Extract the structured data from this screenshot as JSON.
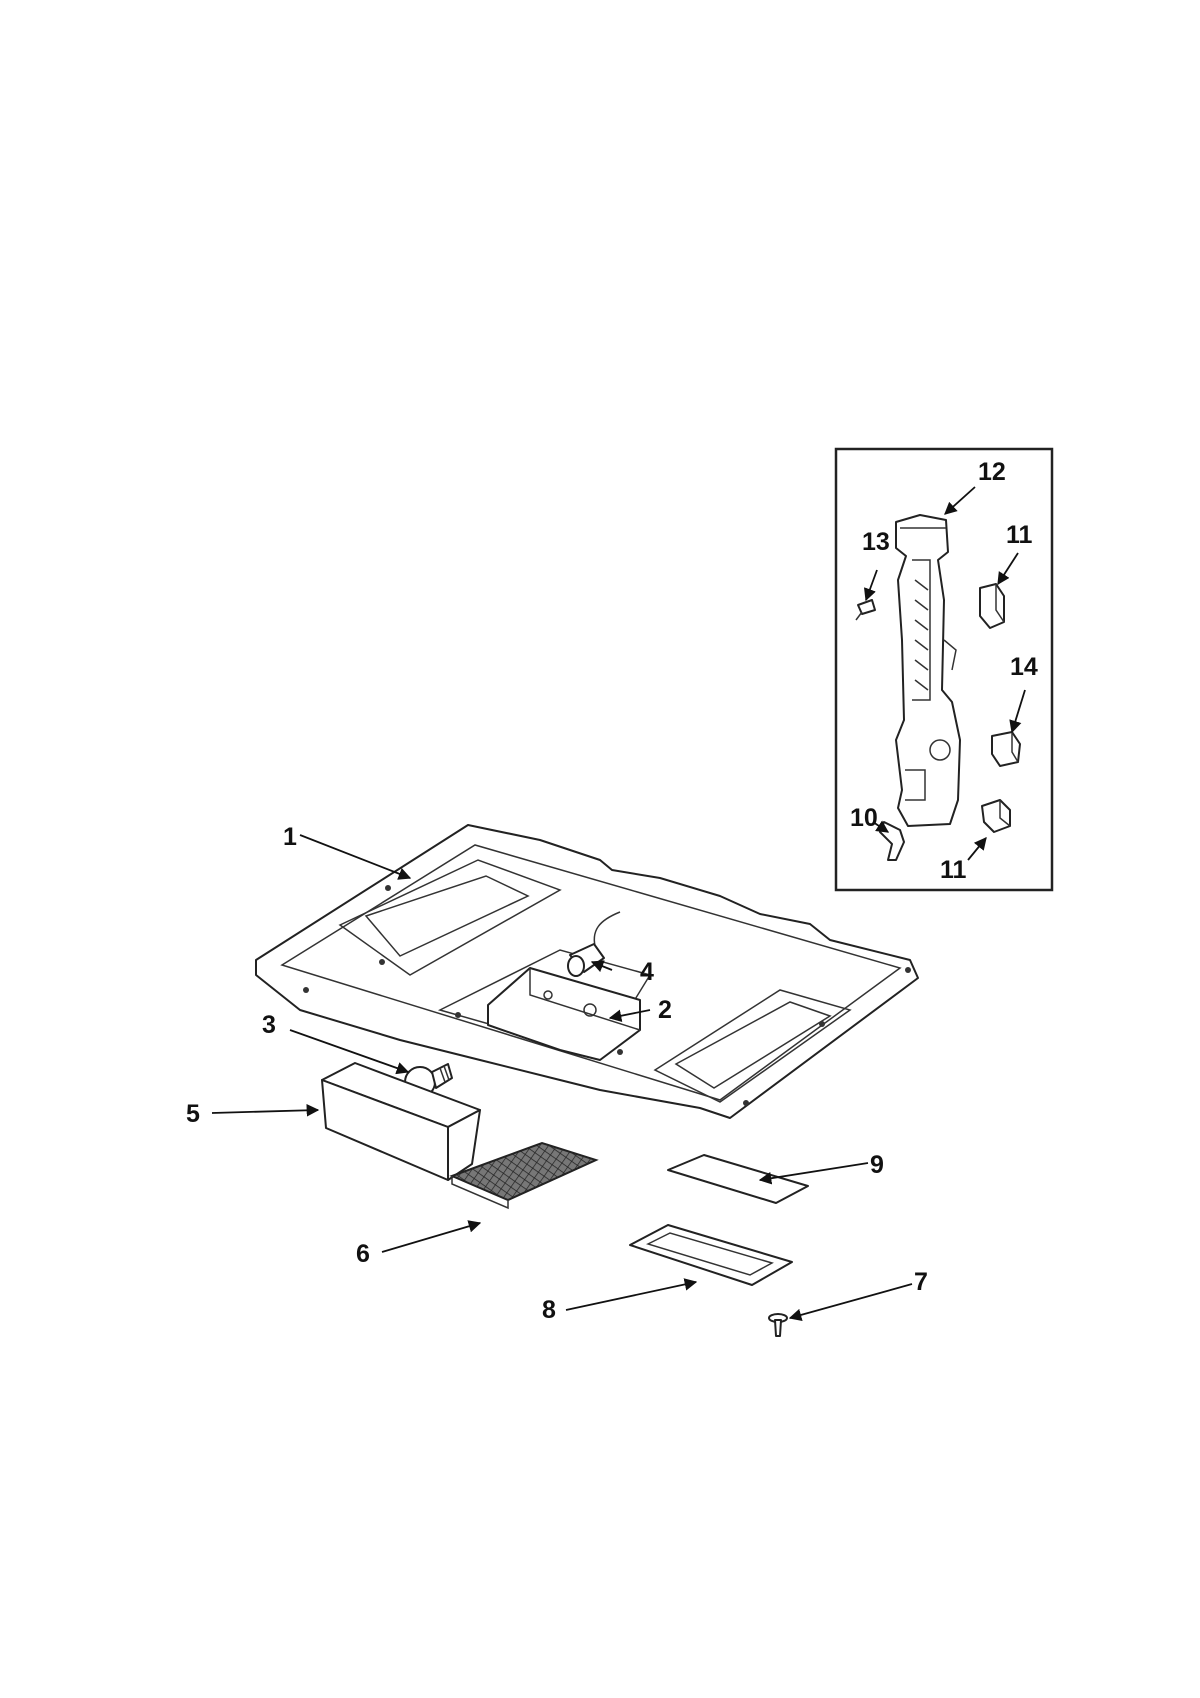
{
  "diagram": {
    "callouts": [
      "1",
      "2",
      "3",
      "4",
      "5",
      "6",
      "7",
      "8",
      "9",
      "10",
      "11",
      "11",
      "12",
      "13",
      "14"
    ],
    "line_color": "#222222",
    "background_color": "#ffffff"
  }
}
